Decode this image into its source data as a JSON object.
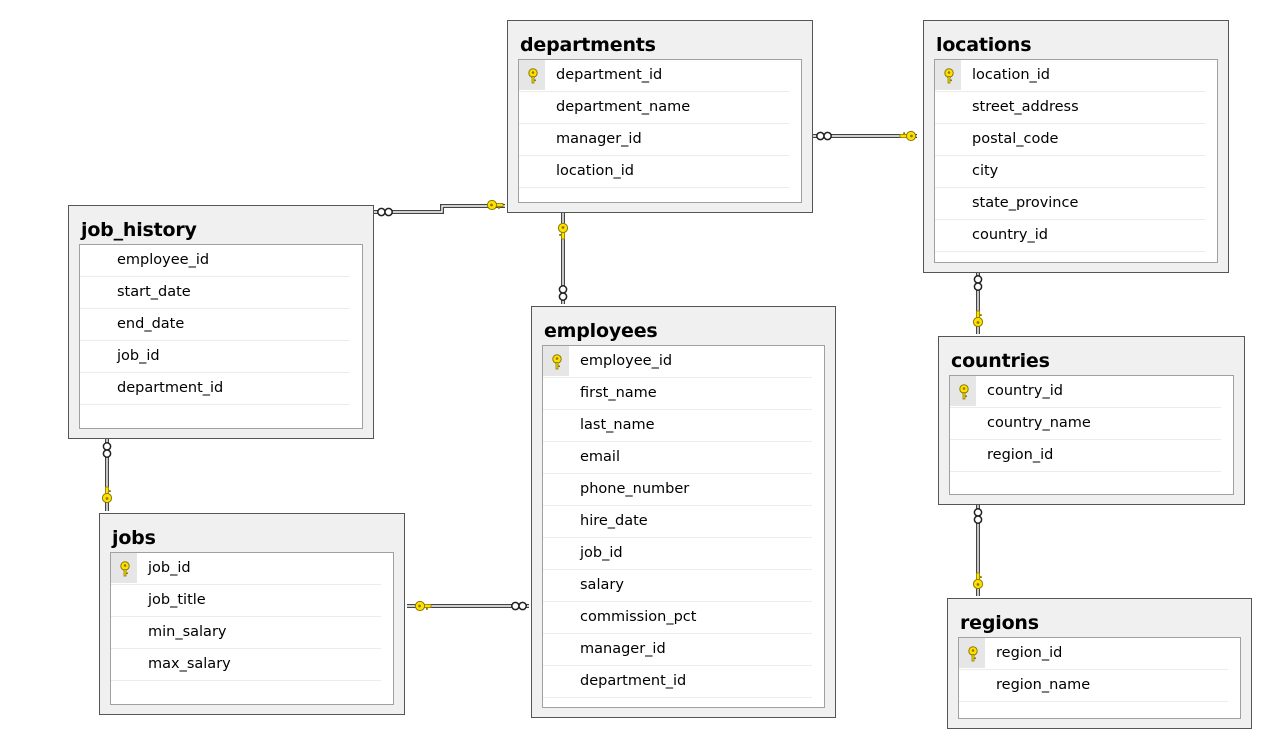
{
  "tables": {
    "departments": {
      "title": "departments",
      "columns": [
        {
          "name": "department_id",
          "pk": true
        },
        {
          "name": "department_name",
          "pk": false
        },
        {
          "name": "manager_id",
          "pk": false
        },
        {
          "name": "location_id",
          "pk": false
        }
      ]
    },
    "locations": {
      "title": "locations",
      "columns": [
        {
          "name": "location_id",
          "pk": true
        },
        {
          "name": "street_address",
          "pk": false
        },
        {
          "name": "postal_code",
          "pk": false
        },
        {
          "name": "city",
          "pk": false
        },
        {
          "name": "state_province",
          "pk": false
        },
        {
          "name": "country_id",
          "pk": false
        }
      ]
    },
    "job_history": {
      "title": "job_history",
      "columns": [
        {
          "name": "employee_id",
          "pk": false
        },
        {
          "name": "start_date",
          "pk": false
        },
        {
          "name": "end_date",
          "pk": false
        },
        {
          "name": "job_id",
          "pk": false
        },
        {
          "name": "department_id",
          "pk": false
        }
      ]
    },
    "employees": {
      "title": "employees",
      "columns": [
        {
          "name": "employee_id",
          "pk": true
        },
        {
          "name": "first_name",
          "pk": false
        },
        {
          "name": "last_name",
          "pk": false
        },
        {
          "name": "email",
          "pk": false
        },
        {
          "name": "phone_number",
          "pk": false
        },
        {
          "name": "hire_date",
          "pk": false
        },
        {
          "name": "job_id",
          "pk": false
        },
        {
          "name": "salary",
          "pk": false
        },
        {
          "name": "commission_pct",
          "pk": false
        },
        {
          "name": "manager_id",
          "pk": false
        },
        {
          "name": "department_id",
          "pk": false
        }
      ]
    },
    "countries": {
      "title": "countries",
      "columns": [
        {
          "name": "country_id",
          "pk": true
        },
        {
          "name": "country_name",
          "pk": false
        },
        {
          "name": "region_id",
          "pk": false
        }
      ]
    },
    "jobs": {
      "title": "jobs",
      "columns": [
        {
          "name": "job_id",
          "pk": true
        },
        {
          "name": "job_title",
          "pk": false
        },
        {
          "name": "min_salary",
          "pk": false
        },
        {
          "name": "max_salary",
          "pk": false
        }
      ]
    },
    "regions": {
      "title": "regions",
      "columns": [
        {
          "name": "region_id",
          "pk": true
        },
        {
          "name": "region_name",
          "pk": false
        }
      ]
    }
  },
  "relationships": [
    {
      "from": "departments",
      "to": "locations",
      "one_side": "locations",
      "many_side": "departments"
    },
    {
      "from": "job_history",
      "to": "departments",
      "one_side": "departments",
      "many_side": "job_history"
    },
    {
      "from": "employees",
      "to": "departments",
      "one_side": "departments",
      "many_side": "employees"
    },
    {
      "from": "countries",
      "to": "locations",
      "one_side": "countries",
      "many_side": "locations"
    },
    {
      "from": "regions",
      "to": "countries",
      "one_side": "regions",
      "many_side": "countries"
    },
    {
      "from": "jobs",
      "to": "job_history",
      "one_side": "jobs",
      "many_side": "job_history"
    },
    {
      "from": "jobs",
      "to": "employees",
      "one_side": "jobs",
      "many_side": "employees"
    }
  ],
  "colors": {
    "key": "#ffe000",
    "key_outline": "#8a7a00",
    "line": "#444444",
    "background": "#ffffff",
    "table_frame": "#f0f0f0"
  }
}
